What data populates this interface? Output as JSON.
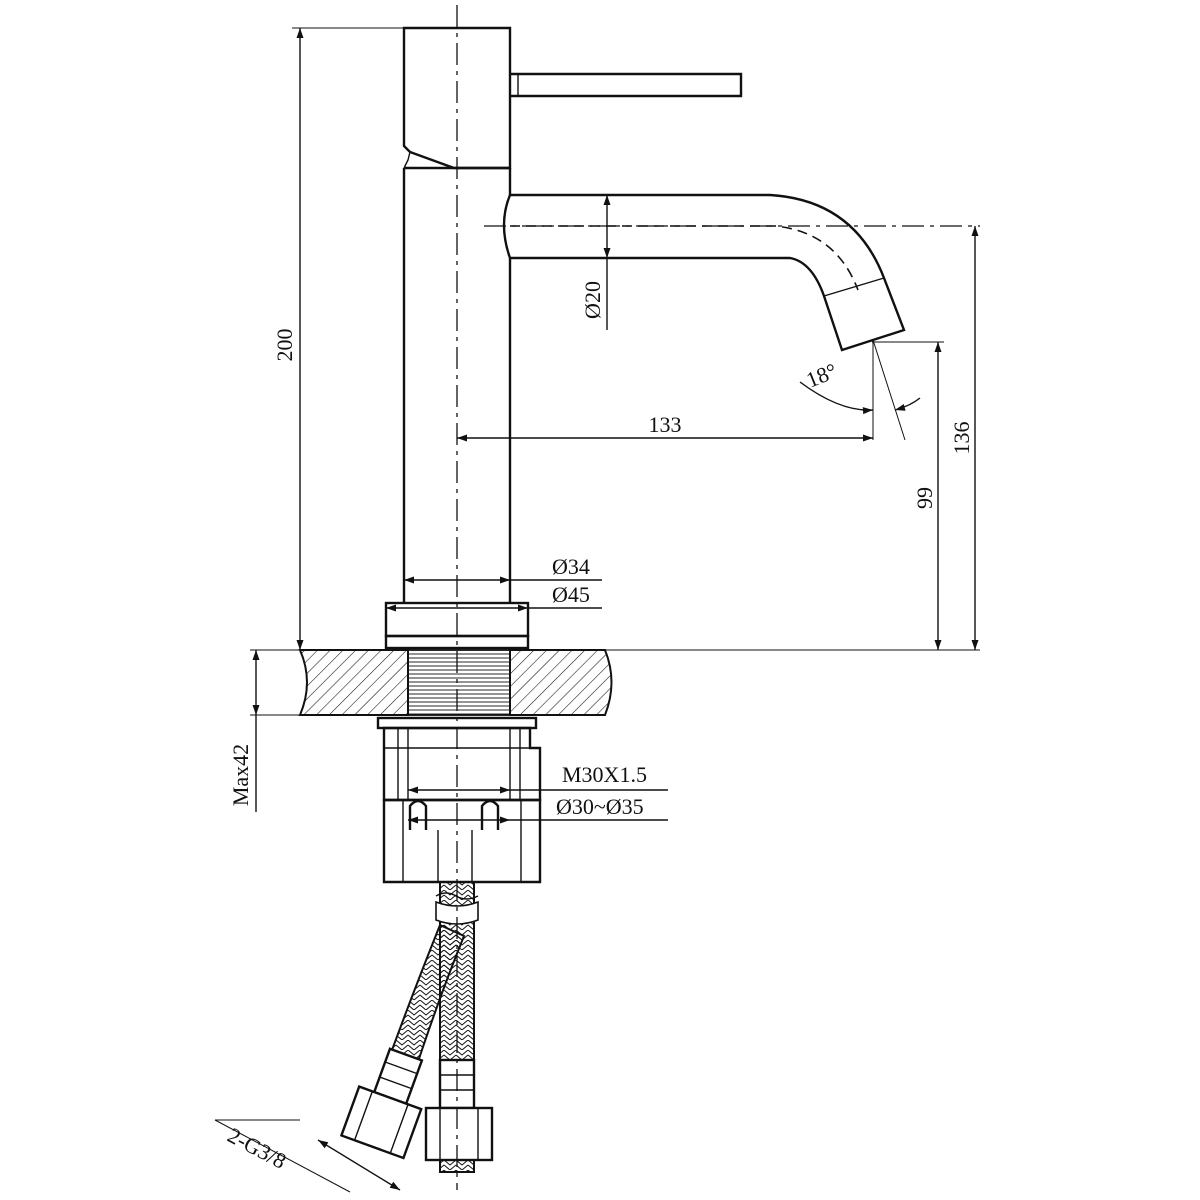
{
  "dimensions": {
    "height_total": "200",
    "spout_diameter": "Ø20",
    "spout_angle": "18°",
    "spout_reach": "133",
    "spout_outlet_height": "99",
    "spout_top_height": "136",
    "body_diameter": "Ø34",
    "base_diameter": "Ø45",
    "max_deck_thickness": "Max42",
    "thread": "M30X1.5",
    "hole_diameter": "Ø30~Ø35",
    "hose_connection": "2-G3/8"
  },
  "colors": {
    "line": "#111111",
    "background": "#ffffff"
  }
}
